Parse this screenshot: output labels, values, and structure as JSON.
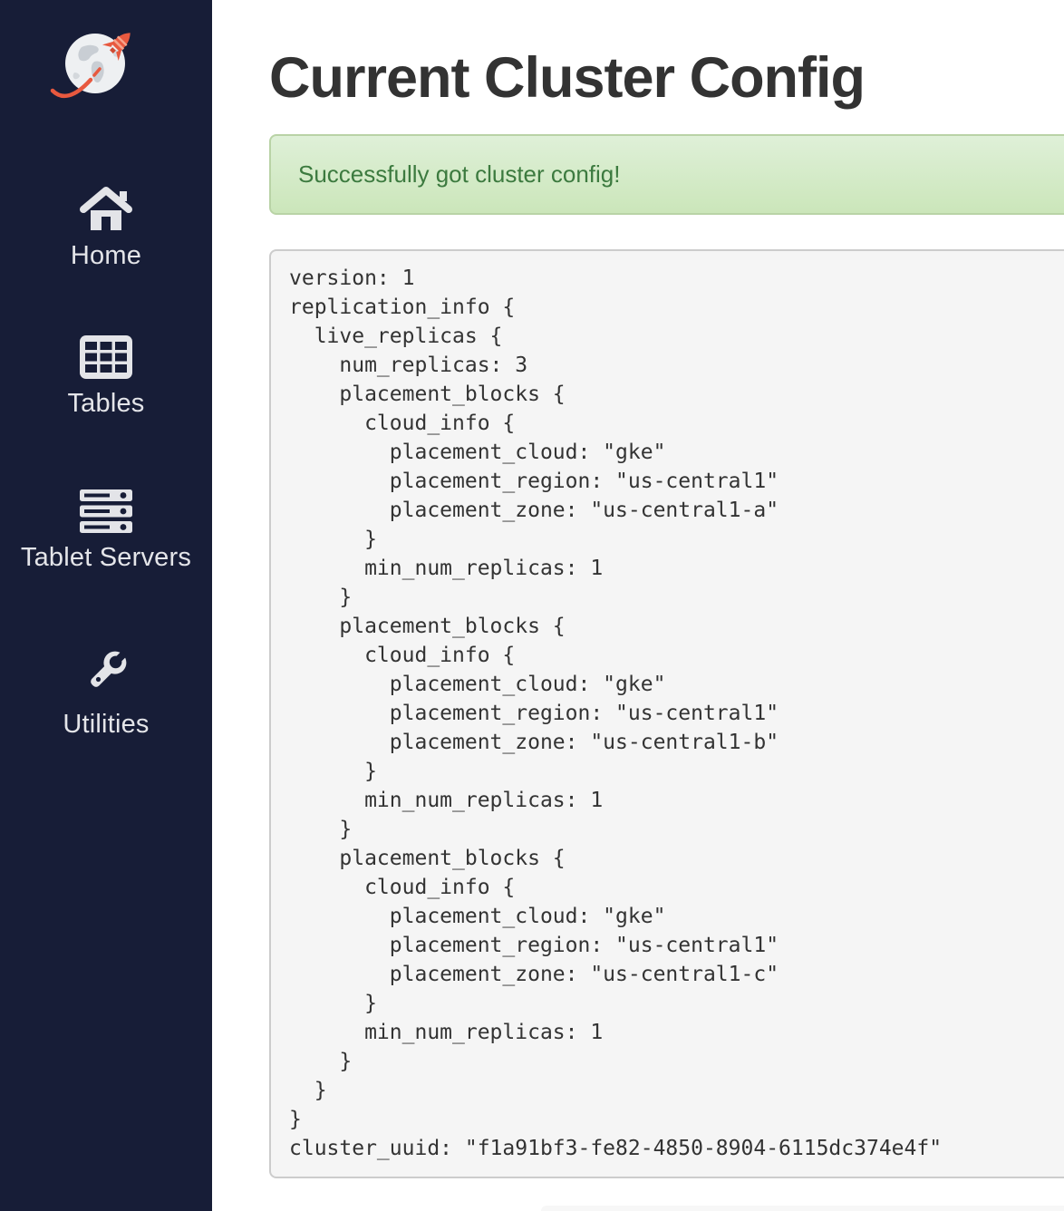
{
  "sidebar": {
    "items": [
      {
        "label": "Home",
        "icon": "home-icon"
      },
      {
        "label": "Tables",
        "icon": "tables-icon"
      },
      {
        "label": "Tablet Servers",
        "icon": "tablet-servers-icon"
      },
      {
        "label": "Utilities",
        "icon": "wrench-icon"
      }
    ]
  },
  "main": {
    "title": "Current Cluster Config",
    "alert_message": "Successfully got cluster config!",
    "config_text": "version: 1\nreplication_info {\n  live_replicas {\n    num_replicas: 3\n    placement_blocks {\n      cloud_info {\n        placement_cloud: \"gke\"\n        placement_region: \"us-central1\"\n        placement_zone: \"us-central1-a\"\n      }\n      min_num_replicas: 1\n    }\n    placement_blocks {\n      cloud_info {\n        placement_cloud: \"gke\"\n        placement_region: \"us-central1\"\n        placement_zone: \"us-central1-b\"\n      }\n      min_num_replicas: 1\n    }\n    placement_blocks {\n      cloud_info {\n        placement_cloud: \"gke\"\n        placement_region: \"us-central1\"\n        placement_zone: \"us-central1-c\"\n      }\n      min_num_replicas: 1\n    }\n  }\n}\ncluster_uuid: \"f1a91bf3-fe82-4850-8904-6115dc374e4f\""
  },
  "colors": {
    "sidebar_bg": "#171d37",
    "accent_rocket": "#e8593f",
    "alert_text": "#3c7a3f",
    "alert_bg_top": "#dff0d8",
    "alert_bg_bottom": "#cbe6ba",
    "alert_border": "#b9d3a6",
    "pre_bg": "#f5f5f5",
    "pre_border": "#cccccc",
    "title_color": "#333333"
  }
}
